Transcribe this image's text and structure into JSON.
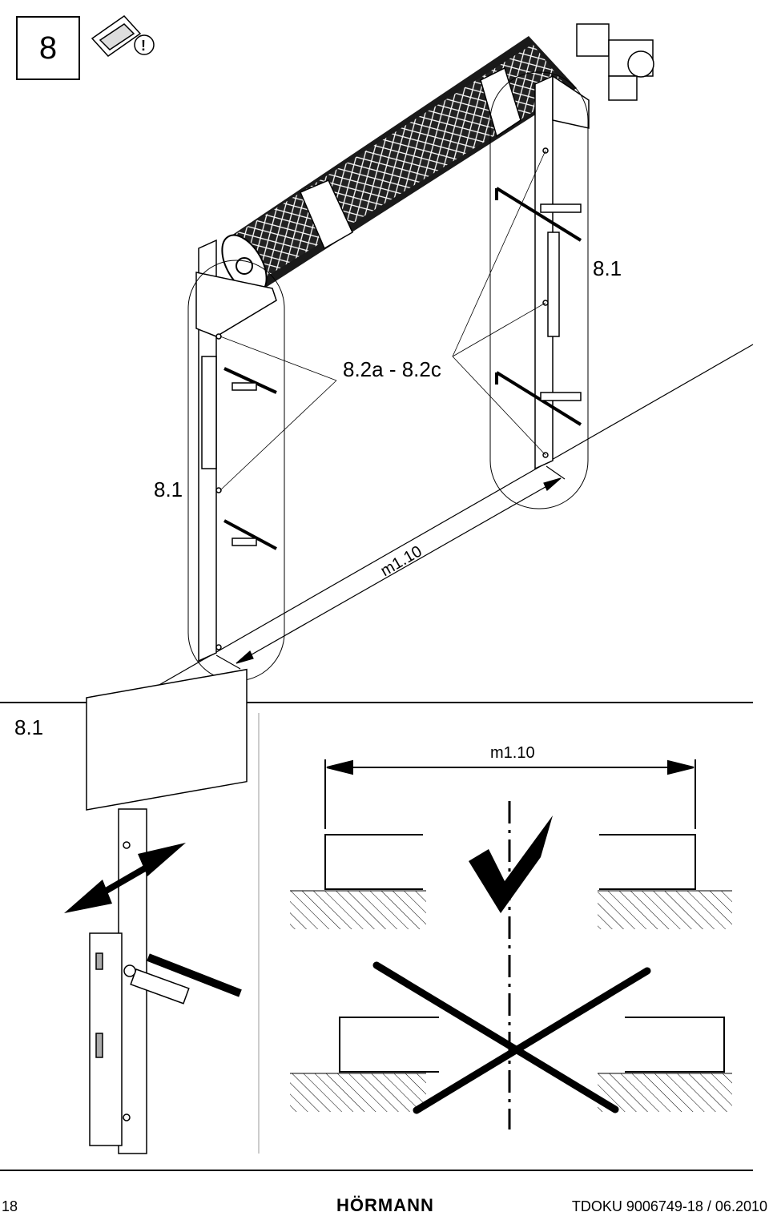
{
  "step": {
    "number": "8"
  },
  "top_figure": {
    "label_right": "8.1",
    "label_center": "8.2a - 8.2c",
    "label_left": "8.1",
    "dimension": "m1.10"
  },
  "detail": {
    "label": "8.1",
    "dimension": "m1.10"
  },
  "footer": {
    "page_number": "18",
    "brand": "HÖRMANN",
    "doc_ref": "TDOKU 9006749-18 / 06.2010"
  }
}
